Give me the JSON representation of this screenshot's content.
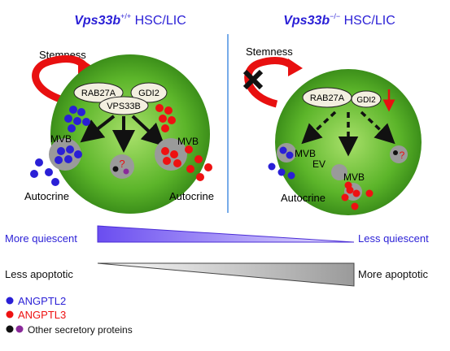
{
  "left_panel": {
    "title_gene": "Vps33b",
    "title_superscript": "+/+",
    "title_rest": " HSC/LIC",
    "stemness": "Stemness",
    "proteins": [
      "RAB27A",
      "GDI2",
      "VPS33B"
    ],
    "mvb_left": "MVB",
    "mvb_right": "MVB",
    "autocrine_left": "Autocrine",
    "autocrine_right": "Autocrine",
    "question": "?"
  },
  "right_panel": {
    "title_gene": "Vps33b",
    "title_superscript": "−/−",
    "title_rest": " HSC/LIC",
    "stemness": "Stemness",
    "proteins": [
      "RAB27A",
      "GDI2"
    ],
    "mvb_left": "MVB",
    "ev": "EV",
    "mvb_bottom": "MVB",
    "autocrine": "Autocrine",
    "question": "?"
  },
  "gradients": {
    "quiescent_left": "More quiescent",
    "quiescent_right": "Less quiescent",
    "apoptotic_left": "Less apoptotic",
    "apoptotic_right": "More apoptotic"
  },
  "legend": [
    {
      "label": "ANGPTL2",
      "color": "#2a1fd6"
    },
    {
      "label": "ANGPTL3",
      "color": "#ee1111"
    },
    {
      "label": "Other secretory proteins",
      "colors": [
        "#111111",
        "#8a2a9a"
      ]
    }
  ],
  "colors": {
    "cell_green": "#5cb52a",
    "blue": "#2a1fd6",
    "red": "#ee1111",
    "purple_text": "#2a1fd6",
    "divider": "#4a90e2"
  }
}
